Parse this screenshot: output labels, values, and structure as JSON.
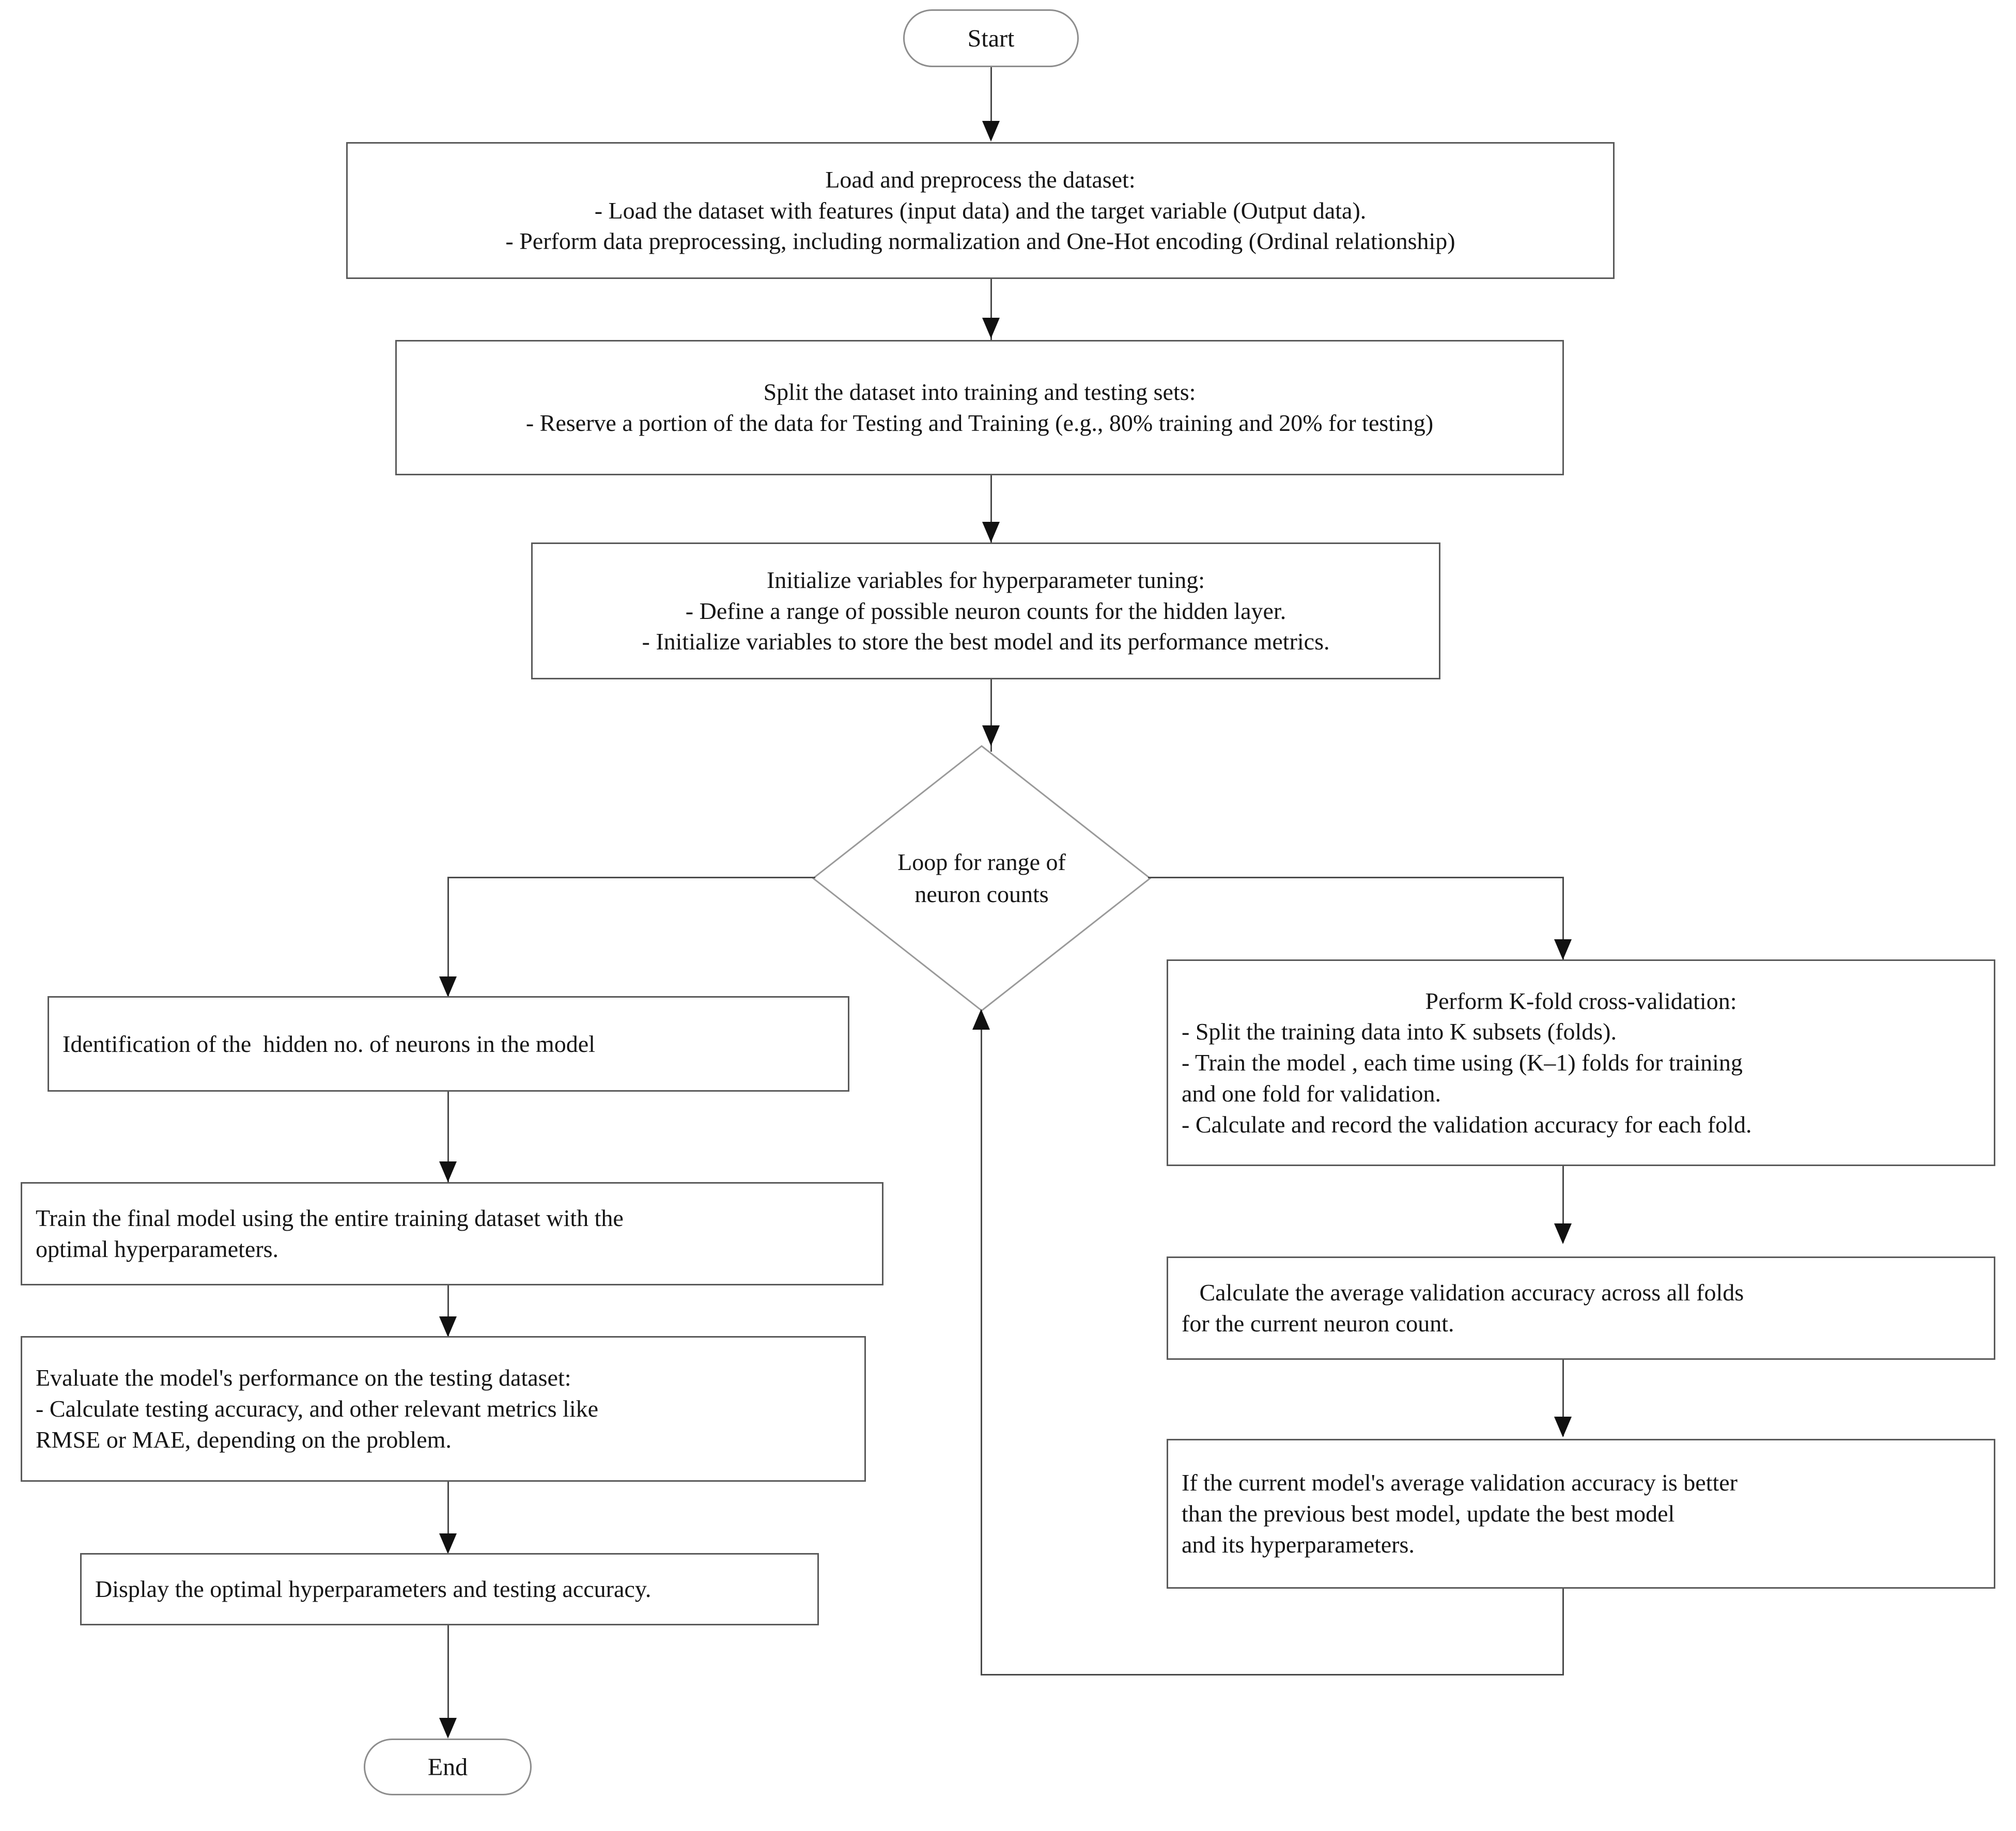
{
  "diagram": {
    "type": "flowchart",
    "title": "Neural network hyperparameter tuning workflow",
    "nodes": {
      "start": {
        "label": "Start",
        "shape": "terminator"
      },
      "load": {
        "shape": "process",
        "lines": [
          "Load and preprocess the dataset:",
          "- Load the dataset with features (input data) and the target variable (Output data).",
          "- Perform data preprocessing, including normalization and One-Hot encoding (Ordinal relationship)"
        ]
      },
      "split": {
        "shape": "process",
        "lines": [
          "Split the dataset into training and testing sets:",
          "- Reserve a portion of the data for Testing and Training (e.g., 80% training and 20% for testing)"
        ]
      },
      "init": {
        "shape": "process",
        "lines": [
          "Initialize variables for hyperparameter tuning:",
          "- Define a range of possible neuron counts for the hidden layer.",
          "- Initialize variables to store the best model and its performance metrics."
        ]
      },
      "loop": {
        "shape": "decision",
        "lines": [
          "Loop for range of",
          "neuron counts"
        ]
      },
      "identify": {
        "shape": "process",
        "lines": [
          "Identification of the  hidden no. of neurons in the model"
        ]
      },
      "train_final": {
        "shape": "process",
        "lines": [
          "Train the final model using the entire training dataset with the",
          "optimal hyperparameters."
        ]
      },
      "evaluate": {
        "shape": "process",
        "lines": [
          "Evaluate the model's performance on the testing dataset:",
          "- Calculate testing accuracy, and other relevant metrics like",
          "RMSE or MAE, depending on the problem."
        ]
      },
      "display": {
        "shape": "process",
        "lines": [
          "Display the optimal hyperparameters and testing accuracy."
        ]
      },
      "end": {
        "label": "End",
        "shape": "terminator"
      },
      "kfold": {
        "shape": "process",
        "lines": [
          "Perform K-fold cross-validation:",
          "- Split the training data into K subsets (folds).",
          "- Train the model , each time using (K–1) folds for training",
          "and one fold for validation.",
          "- Calculate and record the validation accuracy for each fold."
        ]
      },
      "average": {
        "shape": "process",
        "lines": [
          "   Calculate the average validation accuracy across all folds",
          "for the current neuron count."
        ]
      },
      "update_best": {
        "shape": "process",
        "lines": [
          "If the current model's average validation accuracy is better",
          "than the previous best model, update the best model",
          "and its hyperparameters."
        ]
      }
    },
    "edges": [
      {
        "from": "start",
        "to": "load"
      },
      {
        "from": "load",
        "to": "split"
      },
      {
        "from": "split",
        "to": "init"
      },
      {
        "from": "init",
        "to": "loop"
      },
      {
        "from": "loop",
        "to": "identify"
      },
      {
        "from": "loop",
        "to": "kfold"
      },
      {
        "from": "identify",
        "to": "train_final"
      },
      {
        "from": "train_final",
        "to": "evaluate"
      },
      {
        "from": "evaluate",
        "to": "display"
      },
      {
        "from": "display",
        "to": "end"
      },
      {
        "from": "kfold",
        "to": "average"
      },
      {
        "from": "average",
        "to": "update_best"
      },
      {
        "from": "update_best",
        "to": "loop"
      }
    ],
    "colors": {
      "box_border": "#5a5a5a",
      "terminator_border": "#8d8d8d",
      "connector": "#4a4a4a",
      "arrow_fill": "#111111",
      "background": "#ffffff",
      "text": "#151515"
    }
  }
}
